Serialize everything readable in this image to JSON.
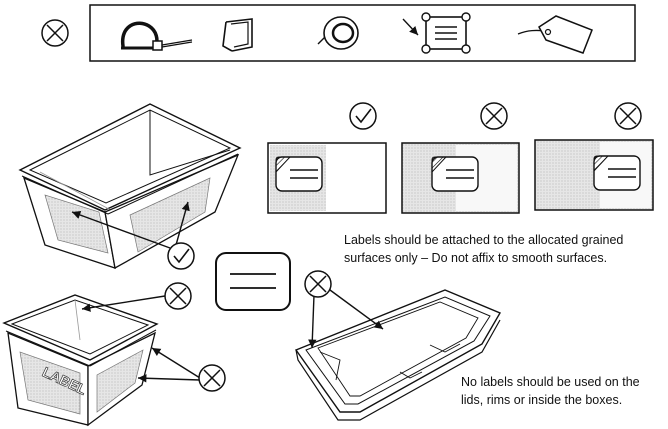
{
  "notes": {
    "grained_line1": "Labels should be attached to the allocated grained",
    "grained_line2": "surfaces only – Do not affix to smooth surfaces.",
    "lids_line1": "No labels should be used on the",
    "lids_line2": "lids, rims or inside the boxes."
  },
  "container_label_text": "LABEL",
  "icons": {
    "forbidden_row": [
      "cable-tie-icon",
      "handle-clip-icon",
      "tape-roll-icon",
      "sticker-icon",
      "hang-tag-icon"
    ],
    "panel_marks": [
      "check-icon",
      "cross-icon",
      "cross-icon"
    ]
  },
  "colors": {
    "grained": "#e2e2e2",
    "smooth": "#f7f7f7",
    "stroke": "#111111"
  }
}
